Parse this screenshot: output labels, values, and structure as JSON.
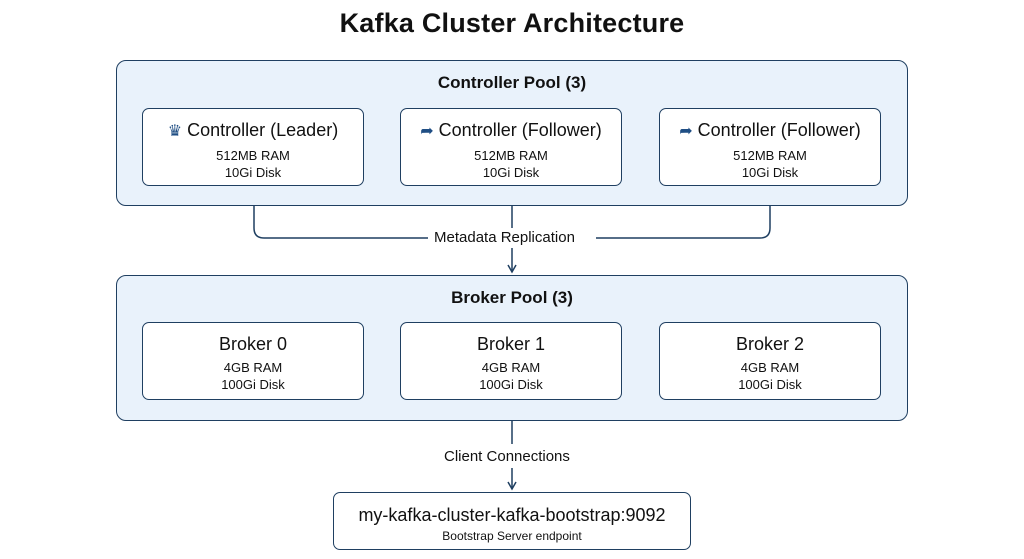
{
  "title": "Kafka Cluster Architecture",
  "controller_pool": {
    "title": "Controller Pool (3)",
    "nodes": [
      {
        "icon": "crown-icon",
        "label": "Controller (Leader)",
        "ram": "512MB RAM",
        "disk": "10Gi Disk"
      },
      {
        "icon": "share-arrow-icon",
        "label": "Controller (Follower)",
        "ram": "512MB RAM",
        "disk": "10Gi Disk"
      },
      {
        "icon": "share-arrow-icon",
        "label": "Controller (Follower)",
        "ram": "512MB RAM",
        "disk": "10Gi Disk"
      }
    ]
  },
  "replication_label": "Metadata Replication",
  "broker_pool": {
    "title": "Broker Pool (3)",
    "nodes": [
      {
        "label": "Broker 0",
        "ram": "4GB RAM",
        "disk": "100Gi Disk"
      },
      {
        "label": "Broker 1",
        "ram": "4GB RAM",
        "disk": "100Gi Disk"
      },
      {
        "label": "Broker 2",
        "ram": "4GB RAM",
        "disk": "100Gi Disk"
      }
    ]
  },
  "client_label": "Client Connections",
  "endpoint": {
    "name": "my-kafka-cluster-kafka-bootstrap:9092",
    "description": "Bootstrap Server endpoint"
  },
  "colors": {
    "pool_fill": "#e9f2fb",
    "border": "#1f3f61",
    "icon": "#1f4e84"
  }
}
